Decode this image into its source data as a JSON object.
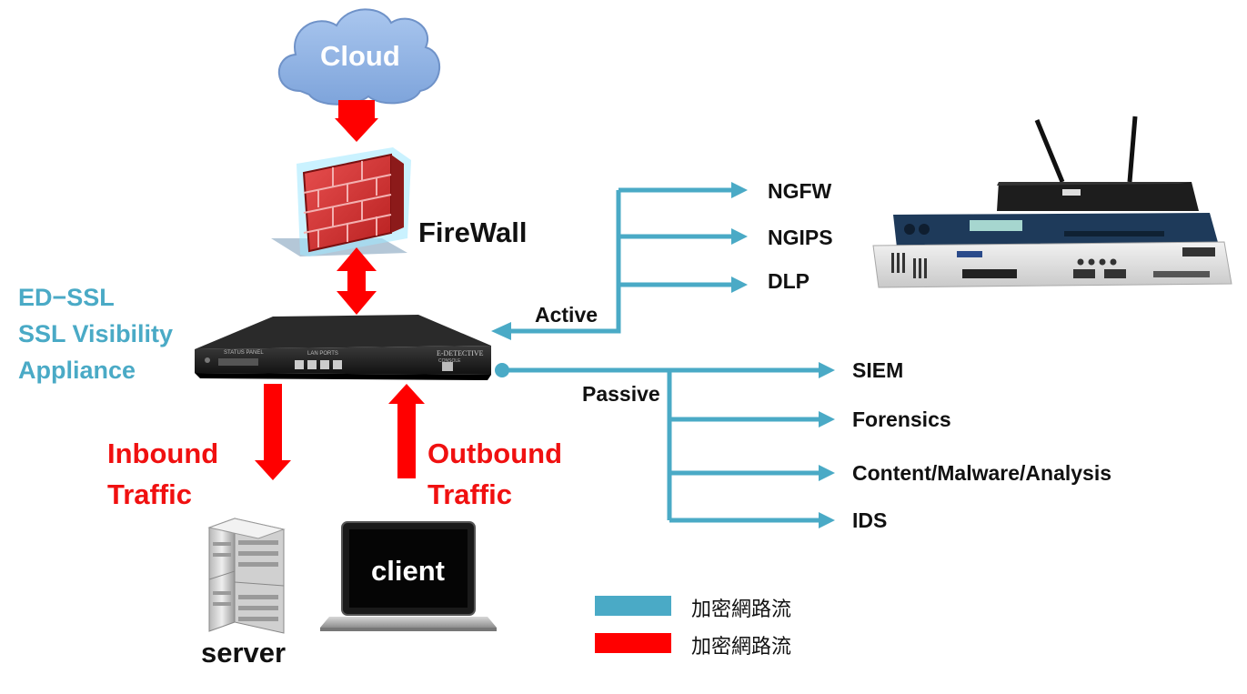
{
  "diagram": {
    "cloud_label": "Cloud",
    "firewall_label": "FireWall",
    "appliance": {
      "line1": "ED−SSL",
      "line2": "SSL Visibility",
      "line3": "Appliance",
      "panel_left": "STATUS PANEL",
      "panel_brand": "E-DETECTIVE",
      "panel_ports": "LAN PORTS",
      "panel_console": "CONSOLE"
    },
    "inbound": {
      "line1": "Inbound",
      "line2": "Traffic"
    },
    "outbound": {
      "line1": "Outbound",
      "line2": "Traffic"
    },
    "server_label": "server",
    "client_label": "client",
    "active_label": "Active",
    "passive_label": "Passive",
    "active_targets": [
      "NGFW",
      "NGIPS",
      "DLP"
    ],
    "passive_targets": [
      "SIEM",
      "Forensics",
      "Content/Malware/Analysis",
      "IDS"
    ],
    "legend": [
      {
        "label": "加密網路流",
        "color": "#4aaac6"
      },
      {
        "label": "加密網路流",
        "color": "#ff0000"
      }
    ],
    "colors": {
      "blue": "#4aaac6",
      "red": "#ff0000",
      "cloud": "#8fb4e3"
    }
  }
}
